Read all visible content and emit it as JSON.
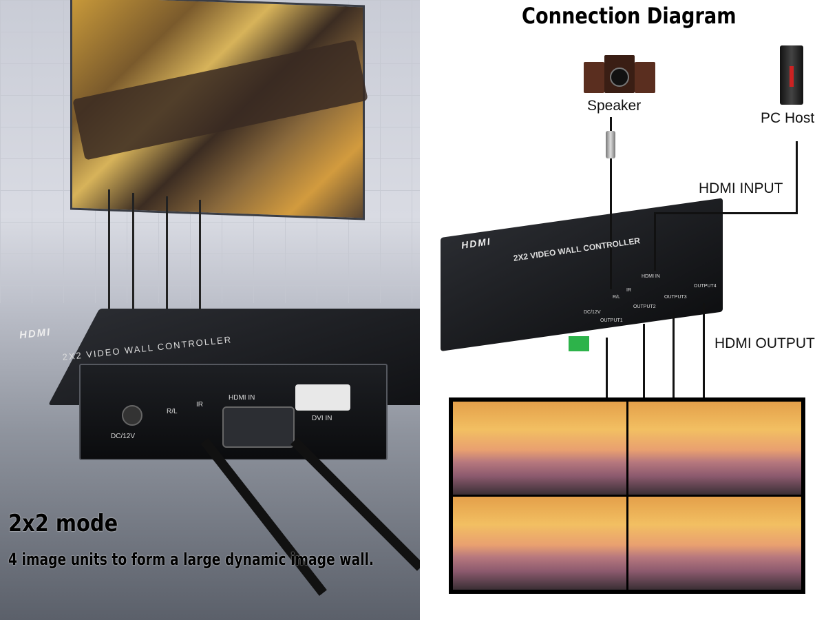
{
  "left_photo": {
    "device_title": "2X2 VIDEO WALL CONTROLLER",
    "logo": "HDMI",
    "ports": {
      "dc": "DC/12V",
      "rl": "R/L",
      "ir": "IR",
      "hdmi_in": "HDMI IN",
      "dvi_in": "DVI IN"
    },
    "caption_title": "2x2 mode",
    "caption_text": "4 image units to form a large dynamic image wall."
  },
  "diagram": {
    "title": "Connection Diagram",
    "speaker_label": "Speaker",
    "pc_label": "PC Host",
    "hdmi_input_label": "HDMI INPUT",
    "hdmi_output_label": "HDMI OUTPUT",
    "device_title": "2X2 VIDEO WALL CONTROLLER",
    "logo": "HDMI",
    "ports": {
      "dc": "DC/12V",
      "rl": "R/L",
      "ir": "IR",
      "hdmi_in": "HDMI IN",
      "outputs": [
        "OUTPUT1",
        "OUTPUT2",
        "OUTPUT3",
        "OUTPUT4"
      ]
    }
  }
}
